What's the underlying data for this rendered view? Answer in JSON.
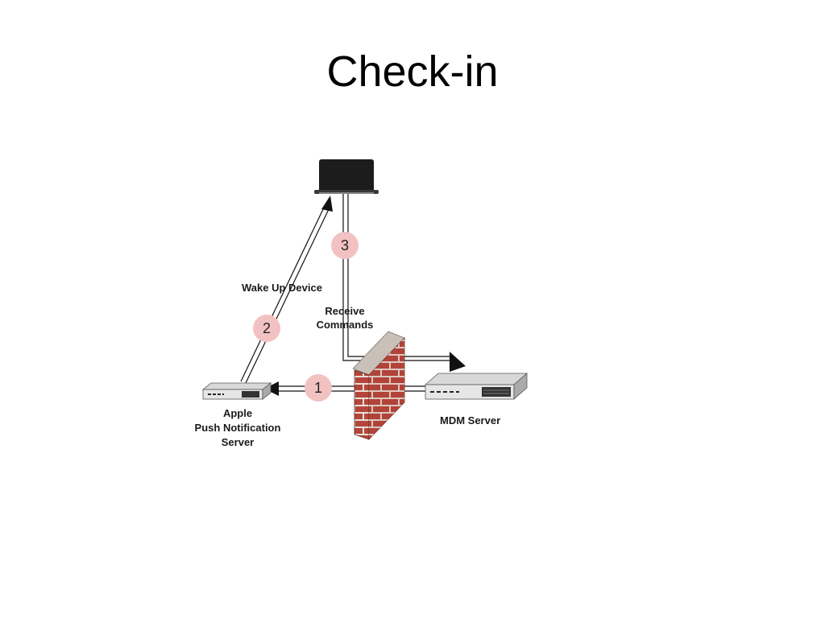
{
  "slide": {
    "title": "Check-in"
  },
  "diagram": {
    "nodes": {
      "device": {
        "icon": "ipad-device-icon"
      },
      "apns": {
        "label_lines": [
          "Apple",
          "Push Notification",
          "Server"
        ],
        "icon": "server-appliance-icon"
      },
      "mdm": {
        "label": "MDM Server",
        "icon": "server-appliance-icon"
      },
      "firewall": {
        "icon": "brick-firewall-icon"
      }
    },
    "steps": [
      {
        "number": "1",
        "label": ""
      },
      {
        "number": "2",
        "label": "Wake Up Device"
      },
      {
        "number": "3",
        "label_lines": [
          "Receive",
          "Commands"
        ]
      }
    ],
    "colors": {
      "badge_fill": "#f2c2c2",
      "brick": "#b5453a",
      "mortar": "#e8e0d8",
      "device": "#1c1c1c",
      "arrow": "#111111"
    }
  }
}
